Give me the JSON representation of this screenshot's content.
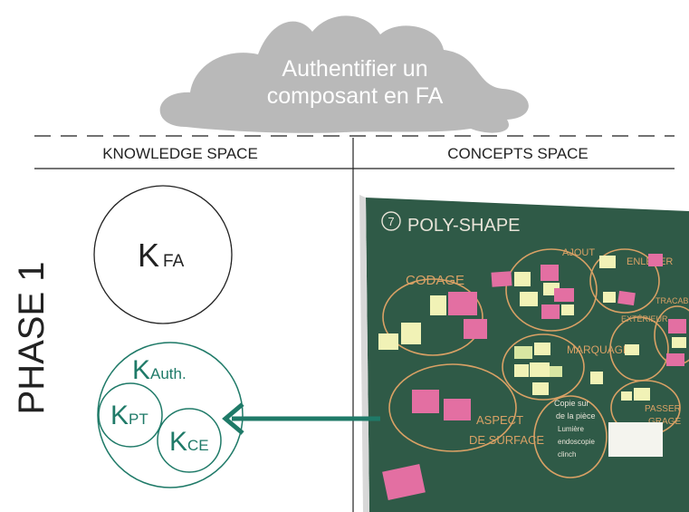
{
  "cloud": {
    "line1": "Authentifier un",
    "line2": "composant en FA"
  },
  "headers": {
    "left": "KNOWLEDGE SPACE",
    "right": "CONCEPTS SPACE"
  },
  "phase_label": "PHASE 1",
  "k_fa": {
    "main": "K",
    "sub": "FA"
  },
  "k_auth": {
    "main": "K",
    "sub": "Auth."
  },
  "k_pt": {
    "main": "K",
    "sub": "PT"
  },
  "k_ce": {
    "main": "K",
    "sub": "CE"
  },
  "board": {
    "title_number": "7",
    "title": "POLY-SHAPE",
    "labels": {
      "codage": "CODAGE",
      "ajout": "AJOUT",
      "enlever": "ENLEVER",
      "tracabilite": "TRACABILITÉ",
      "exterieur": "EXTÉRIEUR",
      "marquage": "MARQUAGE",
      "aspect1": "ASPECT",
      "aspect2": "DE SURFACE",
      "passer1": "PASSER",
      "passer2": "GRAGE",
      "copie1": "Copie sur",
      "copie2": "de la pièce",
      "copie3": "Lumière",
      "copie4": "endoscopie",
      "copie5": "clinch"
    }
  },
  "colors": {
    "cloud": "#b9b9b9",
    "green": "#1f7a68",
    "board": "#2f5a47",
    "chalk_orange": "#d9a165",
    "sticky_pink": "#e36fa2",
    "sticky_yellow": "#f1f2b6"
  }
}
